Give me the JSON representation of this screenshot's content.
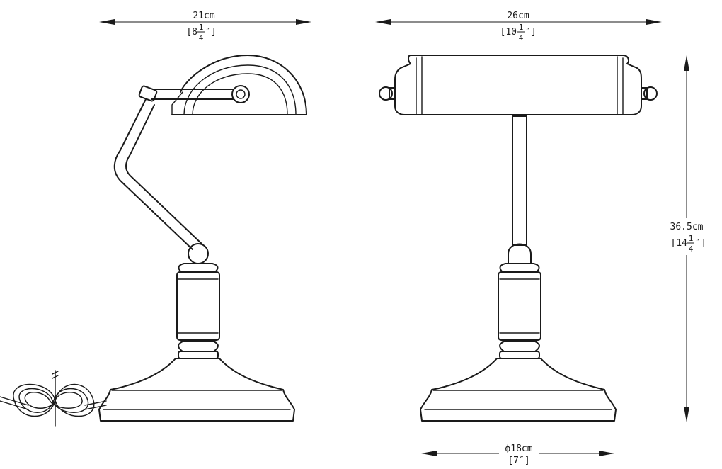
{
  "dimensions": {
    "side_width": {
      "metric": "21cm",
      "imperial_prefix": "[8",
      "imperial_num": "1",
      "imperial_den": "4",
      "imperial_suffix": "″]"
    },
    "front_width": {
      "metric": "26cm",
      "imperial_prefix": "[10",
      "imperial_num": "1",
      "imperial_den": "4",
      "imperial_suffix": "″]"
    },
    "height": {
      "metric": "36.5cm",
      "imperial_prefix": "[14",
      "imperial_num": "1",
      "imperial_den": "4",
      "imperial_suffix": "″]"
    },
    "base_diameter": {
      "metric": "ϕ18cm",
      "imperial": "[7″]"
    }
  },
  "views": {
    "side_view": "side-profile",
    "front_view": "front-elevation"
  },
  "colors": {
    "line": "#1a1a1a",
    "background": "#ffffff"
  }
}
